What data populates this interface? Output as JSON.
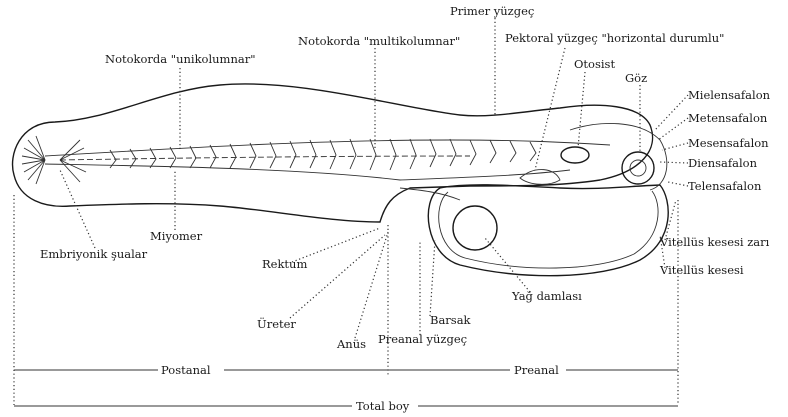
{
  "labels": {
    "primer_yuzgec": "Primer yüzgeç",
    "notokorda_multi": "Notokorda \"multikolumnar\"",
    "pektoral_yuzgec": "Pektoral yüzgeç \"horizontal durumlu\"",
    "notokorda_uni": "Notokorda \"unikolumnar\"",
    "otosist": "Otosist",
    "goz": "Göz",
    "mielensafalon": "Mielensafalon",
    "metensafalon": "Metensafalon",
    "mesensafalon": "Mesensafalon",
    "diensafalon": "Diensafalon",
    "telensafalon": "Telensafalon",
    "vitellus_kesesi_zari": "Vitellüs kesesi zarı",
    "vitellus_kesesi": "Vitellüs kesesi",
    "miyomer": "Miyomer",
    "embriyonik_sualar": "Embriyonik şualar",
    "rektum": "Rektum",
    "yag_damlasi": "Yağ damlası",
    "ureter": "Üreter",
    "barsak": "Barsak",
    "anus": "Anüs",
    "preanal_yuzgec": "Preanal yüzgeç",
    "postanal": "Postanal",
    "preanal": "Preanal",
    "total_boy": "Total boy"
  }
}
